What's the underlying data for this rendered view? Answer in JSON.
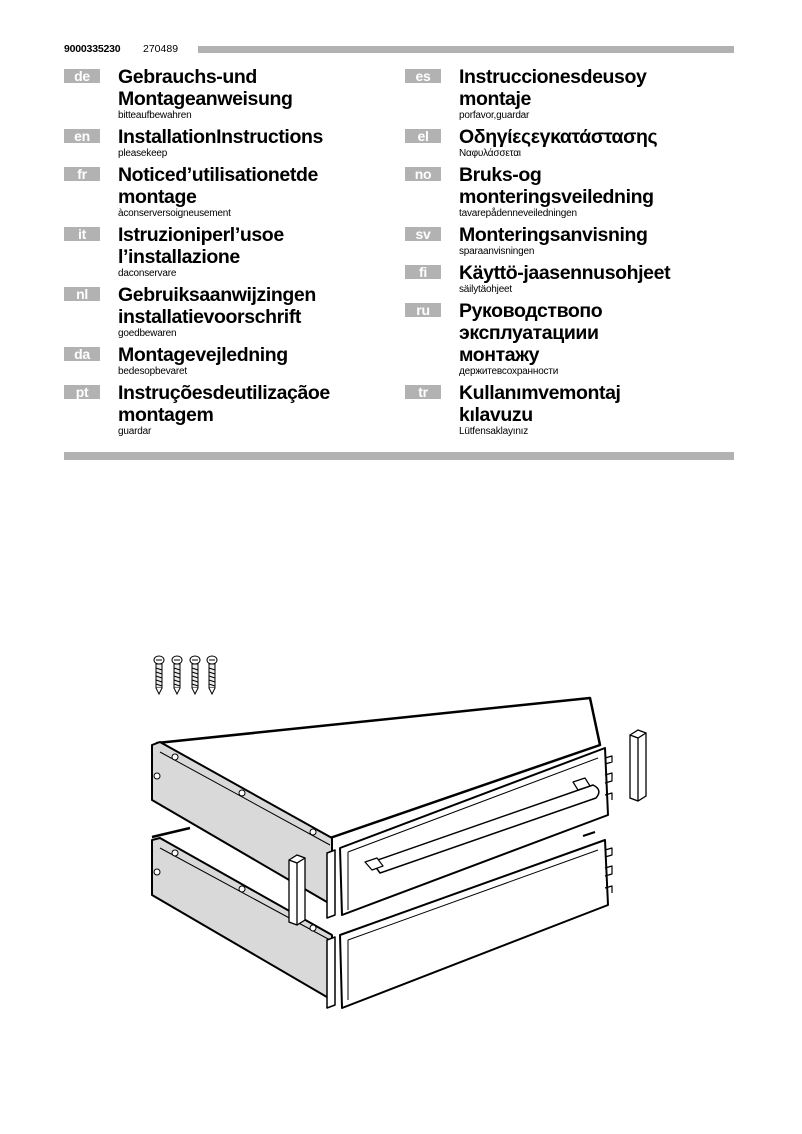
{
  "header": {
    "doc_number": "9000335230",
    "doc_sub": "270489"
  },
  "languages_left": [
    {
      "code": "de",
      "title": "Gebrauchs-und\nMontageanweisung",
      "note": "bitteaufbewahren"
    },
    {
      "code": "en",
      "title": "InstallationInstructions",
      "note": "pleasekeep"
    },
    {
      "code": "fr",
      "title": "Noticed’utilisationetde\nmontage",
      "note": "àconserversoigneusement"
    },
    {
      "code": "it",
      "title": "Istruzioniperl’usoe\nl’installazione",
      "note": "daconservare"
    },
    {
      "code": "nl",
      "title": "Gebruiksaanwijzingen\ninstallatievoorschrift",
      "note": "goedbewaren"
    },
    {
      "code": "da",
      "title": "Montagevejledning",
      "note": "bedesopbevaret"
    },
    {
      "code": "pt",
      "title": "Instruçõesdeutilizaçãoe\nmontagem",
      "note": "guardar"
    }
  ],
  "languages_right": [
    {
      "code": "es",
      "title": "Instruccionesdeusoy\nmontaje",
      "note": "porfavor,guardar"
    },
    {
      "code": "el",
      "title": "Οδηγίεςεγκατάστασης",
      "note": "Ναφυλάσσεται"
    },
    {
      "code": "no",
      "title": "Bruks-og\nmonteringsveiledning",
      "note": "tavarepådenneveiledningen"
    },
    {
      "code": "sv",
      "title": "Monteringsanvisning",
      "note": "sparaanvisningen"
    },
    {
      "code": "fi",
      "title": "Käyttö-jaasennusohjeet",
      "note": "säilytäohjeet"
    },
    {
      "code": "ru",
      "title": "Руководствопо\nэксплуатациии\nмонтажу",
      "note": "держитевсохранности"
    },
    {
      "code": "tr",
      "title": "Kullanımvemontaj\nkılavuzu",
      "note": "Lütfensaklayınız"
    }
  ],
  "illustration": {
    "description": "Two stacked warming drawers with four screws and two spacer blocks",
    "screw_count": 4,
    "colors": {
      "rule": "#b2b2b2",
      "side_panel": "#d9d9d9",
      "line": "#000000"
    }
  }
}
